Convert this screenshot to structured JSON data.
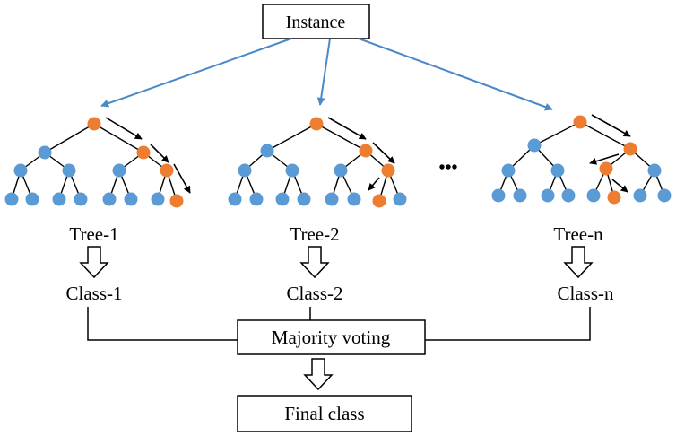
{
  "instance_label": "Instance",
  "ellipsis": "•••",
  "trees": [
    {
      "tree_label": "Tree-1",
      "class_label": "Class-1"
    },
    {
      "tree_label": "Tree-2",
      "class_label": "Class-2"
    },
    {
      "tree_label": "Tree-n",
      "class_label": "Class-n"
    }
  ],
  "majority_voting_label": "Majority voting",
  "final_class_label": "Final class",
  "colors": {
    "node": "#5b9bd5",
    "path_node": "#ed7d31",
    "instance_arrow": "#4a89c8",
    "line": "#000000"
  }
}
